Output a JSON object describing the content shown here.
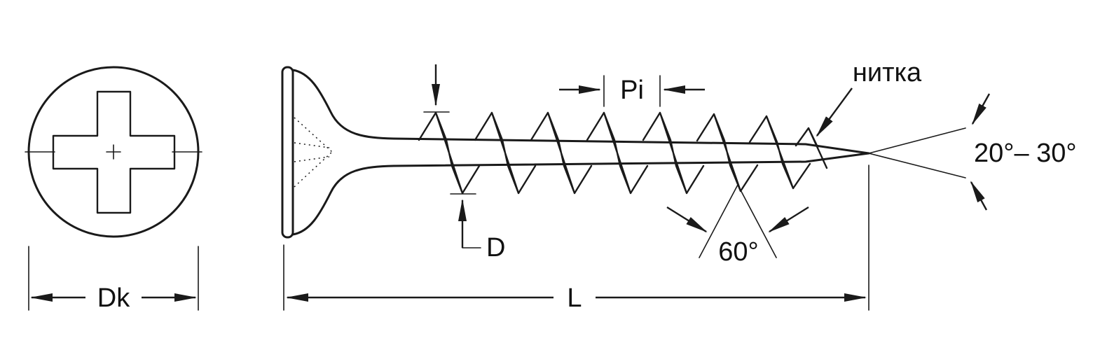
{
  "diagram": {
    "type": "technical-drawing",
    "subject": "countersunk self-tapping drywall screw with dimension callouts",
    "labels": {
      "head_diameter": "Dk",
      "length": "L",
      "thread_pitch": "Pi",
      "thread_diameter": "D",
      "thread_callout": "нитка",
      "tip_angle": "20°– 30°",
      "thread_profile_angle": "60°"
    },
    "colors": {
      "line": "#1a1a1a",
      "background": "#ffffff"
    }
  }
}
